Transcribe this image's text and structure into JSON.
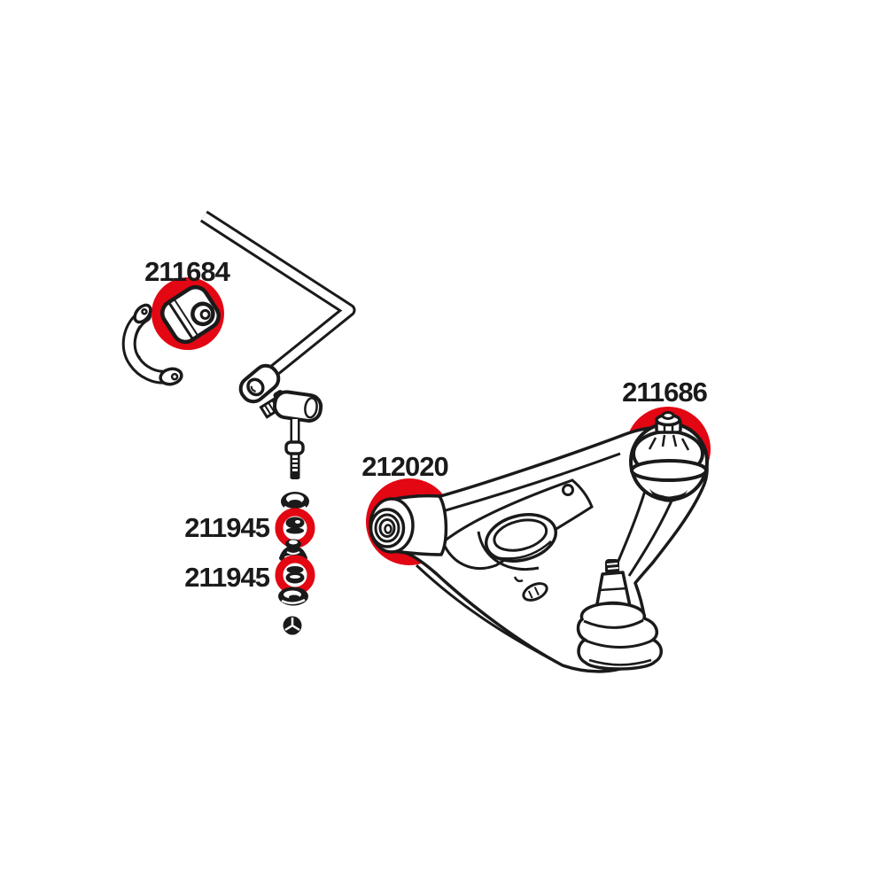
{
  "diagram": {
    "kind": "suspension-parts-exploded-diagram",
    "colors": {
      "background": "#ffffff",
      "line": "#1a1a1a",
      "highlight": "#e30613"
    }
  },
  "parts": [
    {
      "id": "sway-bar-bushing",
      "label": "211684"
    },
    {
      "id": "link-bushing-upper",
      "label": "211945"
    },
    {
      "id": "link-bushing-lower",
      "label": "211945"
    },
    {
      "id": "control-arm-front-bushing",
      "label": "212020"
    },
    {
      "id": "control-arm-rear-bushing",
      "label": "211686"
    }
  ]
}
